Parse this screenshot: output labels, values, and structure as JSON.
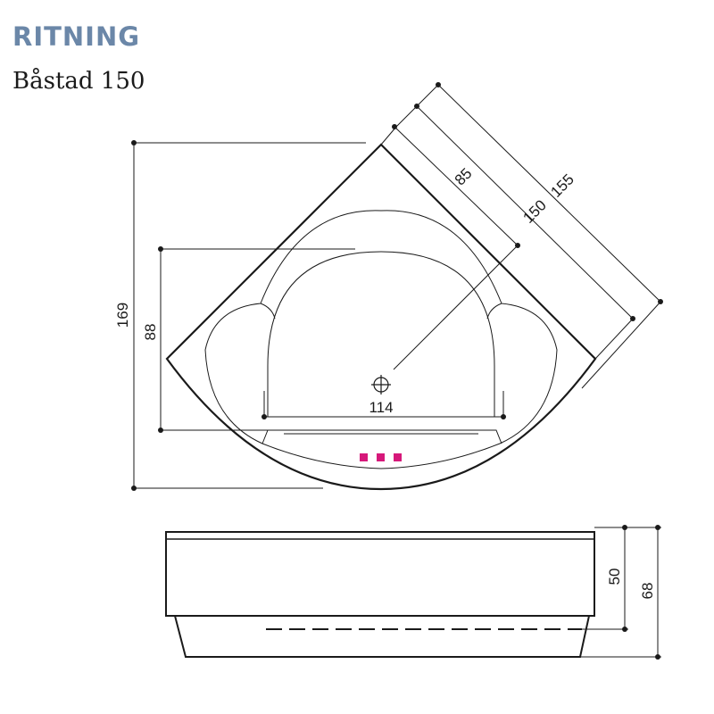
{
  "header": {
    "section_title": "RITNING",
    "model_name": "Båstad 150"
  },
  "top_view": {
    "dimensions": {
      "overall_depth": "169",
      "inner_depth": "88",
      "inner_width": "114",
      "side_inner": "85",
      "side_length": "150",
      "side_outer": "155"
    },
    "indicator_color": "#d6187a"
  },
  "side_view": {
    "dimensions": {
      "water_depth": "50",
      "total_height": "68"
    }
  }
}
